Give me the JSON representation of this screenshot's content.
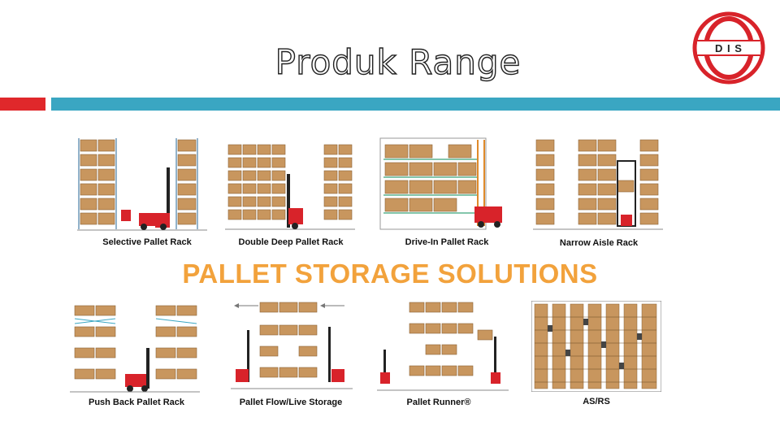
{
  "slide": {
    "title": "Produk Range",
    "logo_text": "D I S",
    "banner": "PALLET STORAGE SOLUTIONS"
  },
  "products": [
    {
      "label": "Selective Pallet Rack",
      "icon": "selective-rack-illustration"
    },
    {
      "label": "Double Deep Pallet Rack",
      "icon": "double-deep-rack-illustration"
    },
    {
      "label": "Drive-In Pallet Rack",
      "icon": "drive-in-rack-illustration"
    },
    {
      "label": "Narrow Aisle Rack",
      "icon": "narrow-aisle-rack-illustration"
    },
    {
      "label": "Push Back Pallet Rack",
      "icon": "push-back-rack-illustration"
    },
    {
      "label": "Pallet Flow/Live Storage",
      "icon": "pallet-flow-illustration"
    },
    {
      "label": "Pallet Runner®",
      "icon": "pallet-runner-illustration"
    },
    {
      "label": "AS/RS",
      "icon": "asrs-illustration"
    }
  ],
  "colors": {
    "accent_red": "#e0282b",
    "accent_blue": "#3aa6c2",
    "banner_orange": "#f2a23c",
    "box_brown": "#c8965e",
    "forklift_red": "#d8232a"
  }
}
